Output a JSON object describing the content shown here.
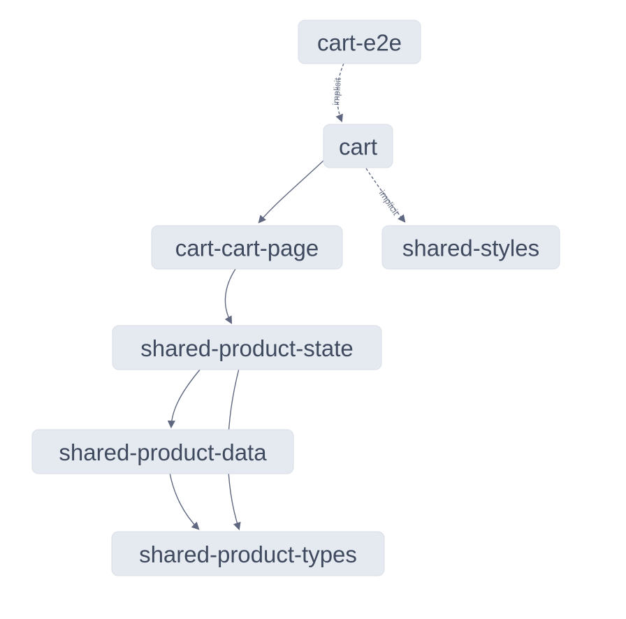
{
  "diagram": {
    "kind": "project-dependency-graph",
    "background_color": "#ffffff",
    "node_fill": "#e5e9f0",
    "node_border": "#d9dee7",
    "node_text_color": "#3f4a5f",
    "edge_color": "#5f6880",
    "edge_label_color": "#6b7488",
    "nodes": [
      {
        "id": "cart-e2e",
        "label": "cart-e2e"
      },
      {
        "id": "cart",
        "label": "cart"
      },
      {
        "id": "cart-cart-page",
        "label": "cart-cart-page"
      },
      {
        "id": "shared-styles",
        "label": "shared-styles"
      },
      {
        "id": "shared-product-state",
        "label": "shared-product-state"
      },
      {
        "id": "shared-product-data",
        "label": "shared-product-data"
      },
      {
        "id": "shared-product-types",
        "label": "shared-product-types"
      }
    ],
    "edges": [
      {
        "source": "cart-e2e",
        "target": "cart",
        "label": "implicit",
        "style": "dashed"
      },
      {
        "source": "cart",
        "target": "cart-cart-page",
        "label": "",
        "style": "solid"
      },
      {
        "source": "cart",
        "target": "shared-styles",
        "label": "implicit",
        "style": "dashed"
      },
      {
        "source": "cart-cart-page",
        "target": "shared-product-state",
        "label": "",
        "style": "solid"
      },
      {
        "source": "shared-product-state",
        "target": "shared-product-data",
        "label": "",
        "style": "solid"
      },
      {
        "source": "shared-product-state",
        "target": "shared-product-types",
        "label": "",
        "style": "solid"
      },
      {
        "source": "shared-product-data",
        "target": "shared-product-types",
        "label": "",
        "style": "solid"
      }
    ]
  }
}
